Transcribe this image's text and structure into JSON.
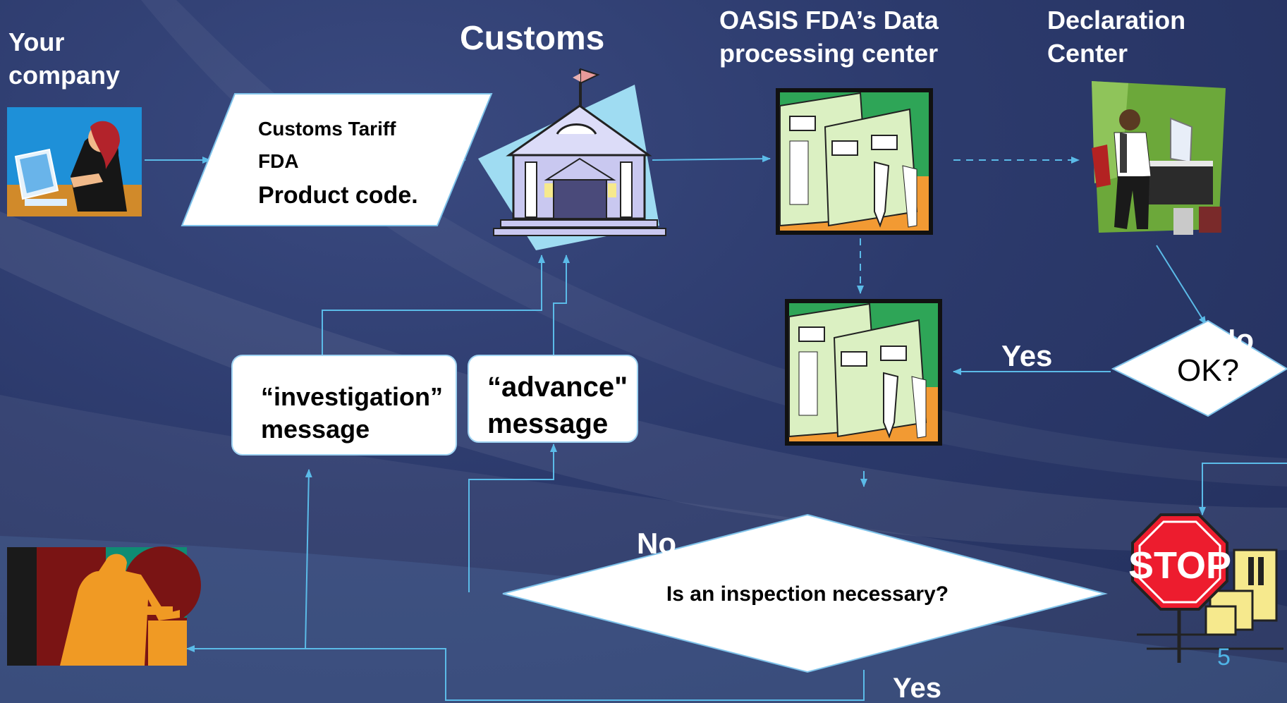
{
  "colors": {
    "background": "#2c3a6c",
    "arrow": "#5bbbe8",
    "text": "#ffffff",
    "box_border": "#9fd3f2"
  },
  "labels": {
    "your_company": "Your company",
    "customs": "Customs",
    "oasis_line1": "OASIS FDA’s Data",
    "oasis_line2": "processing center",
    "declaration_line1": "Declaration",
    "declaration_line2": "Center",
    "yes_top": "Yes",
    "no_top": "No",
    "no_bottom": "No",
    "yes_bottom": "Yes"
  },
  "codes_box": {
    "line1": "Customs Tariff",
    "line2": "FDA",
    "line3": "Product code."
  },
  "investigation_box": {
    "line1": "“investigation”",
    "line2": "message"
  },
  "advance_box": {
    "line1": "“advance\"",
    "line2": "message"
  },
  "decision_ok": "OK?",
  "decision_inspection": "Is an inspection necessary?",
  "stop_sign": "STOP",
  "page_number": "5",
  "icons": [
    "woman-at-computer-icon",
    "customs-building-icon",
    "mainframe-computer-icon",
    "businessman-at-desk-icon",
    "stop-sign-icon",
    "worker-at-desk-icon"
  ]
}
